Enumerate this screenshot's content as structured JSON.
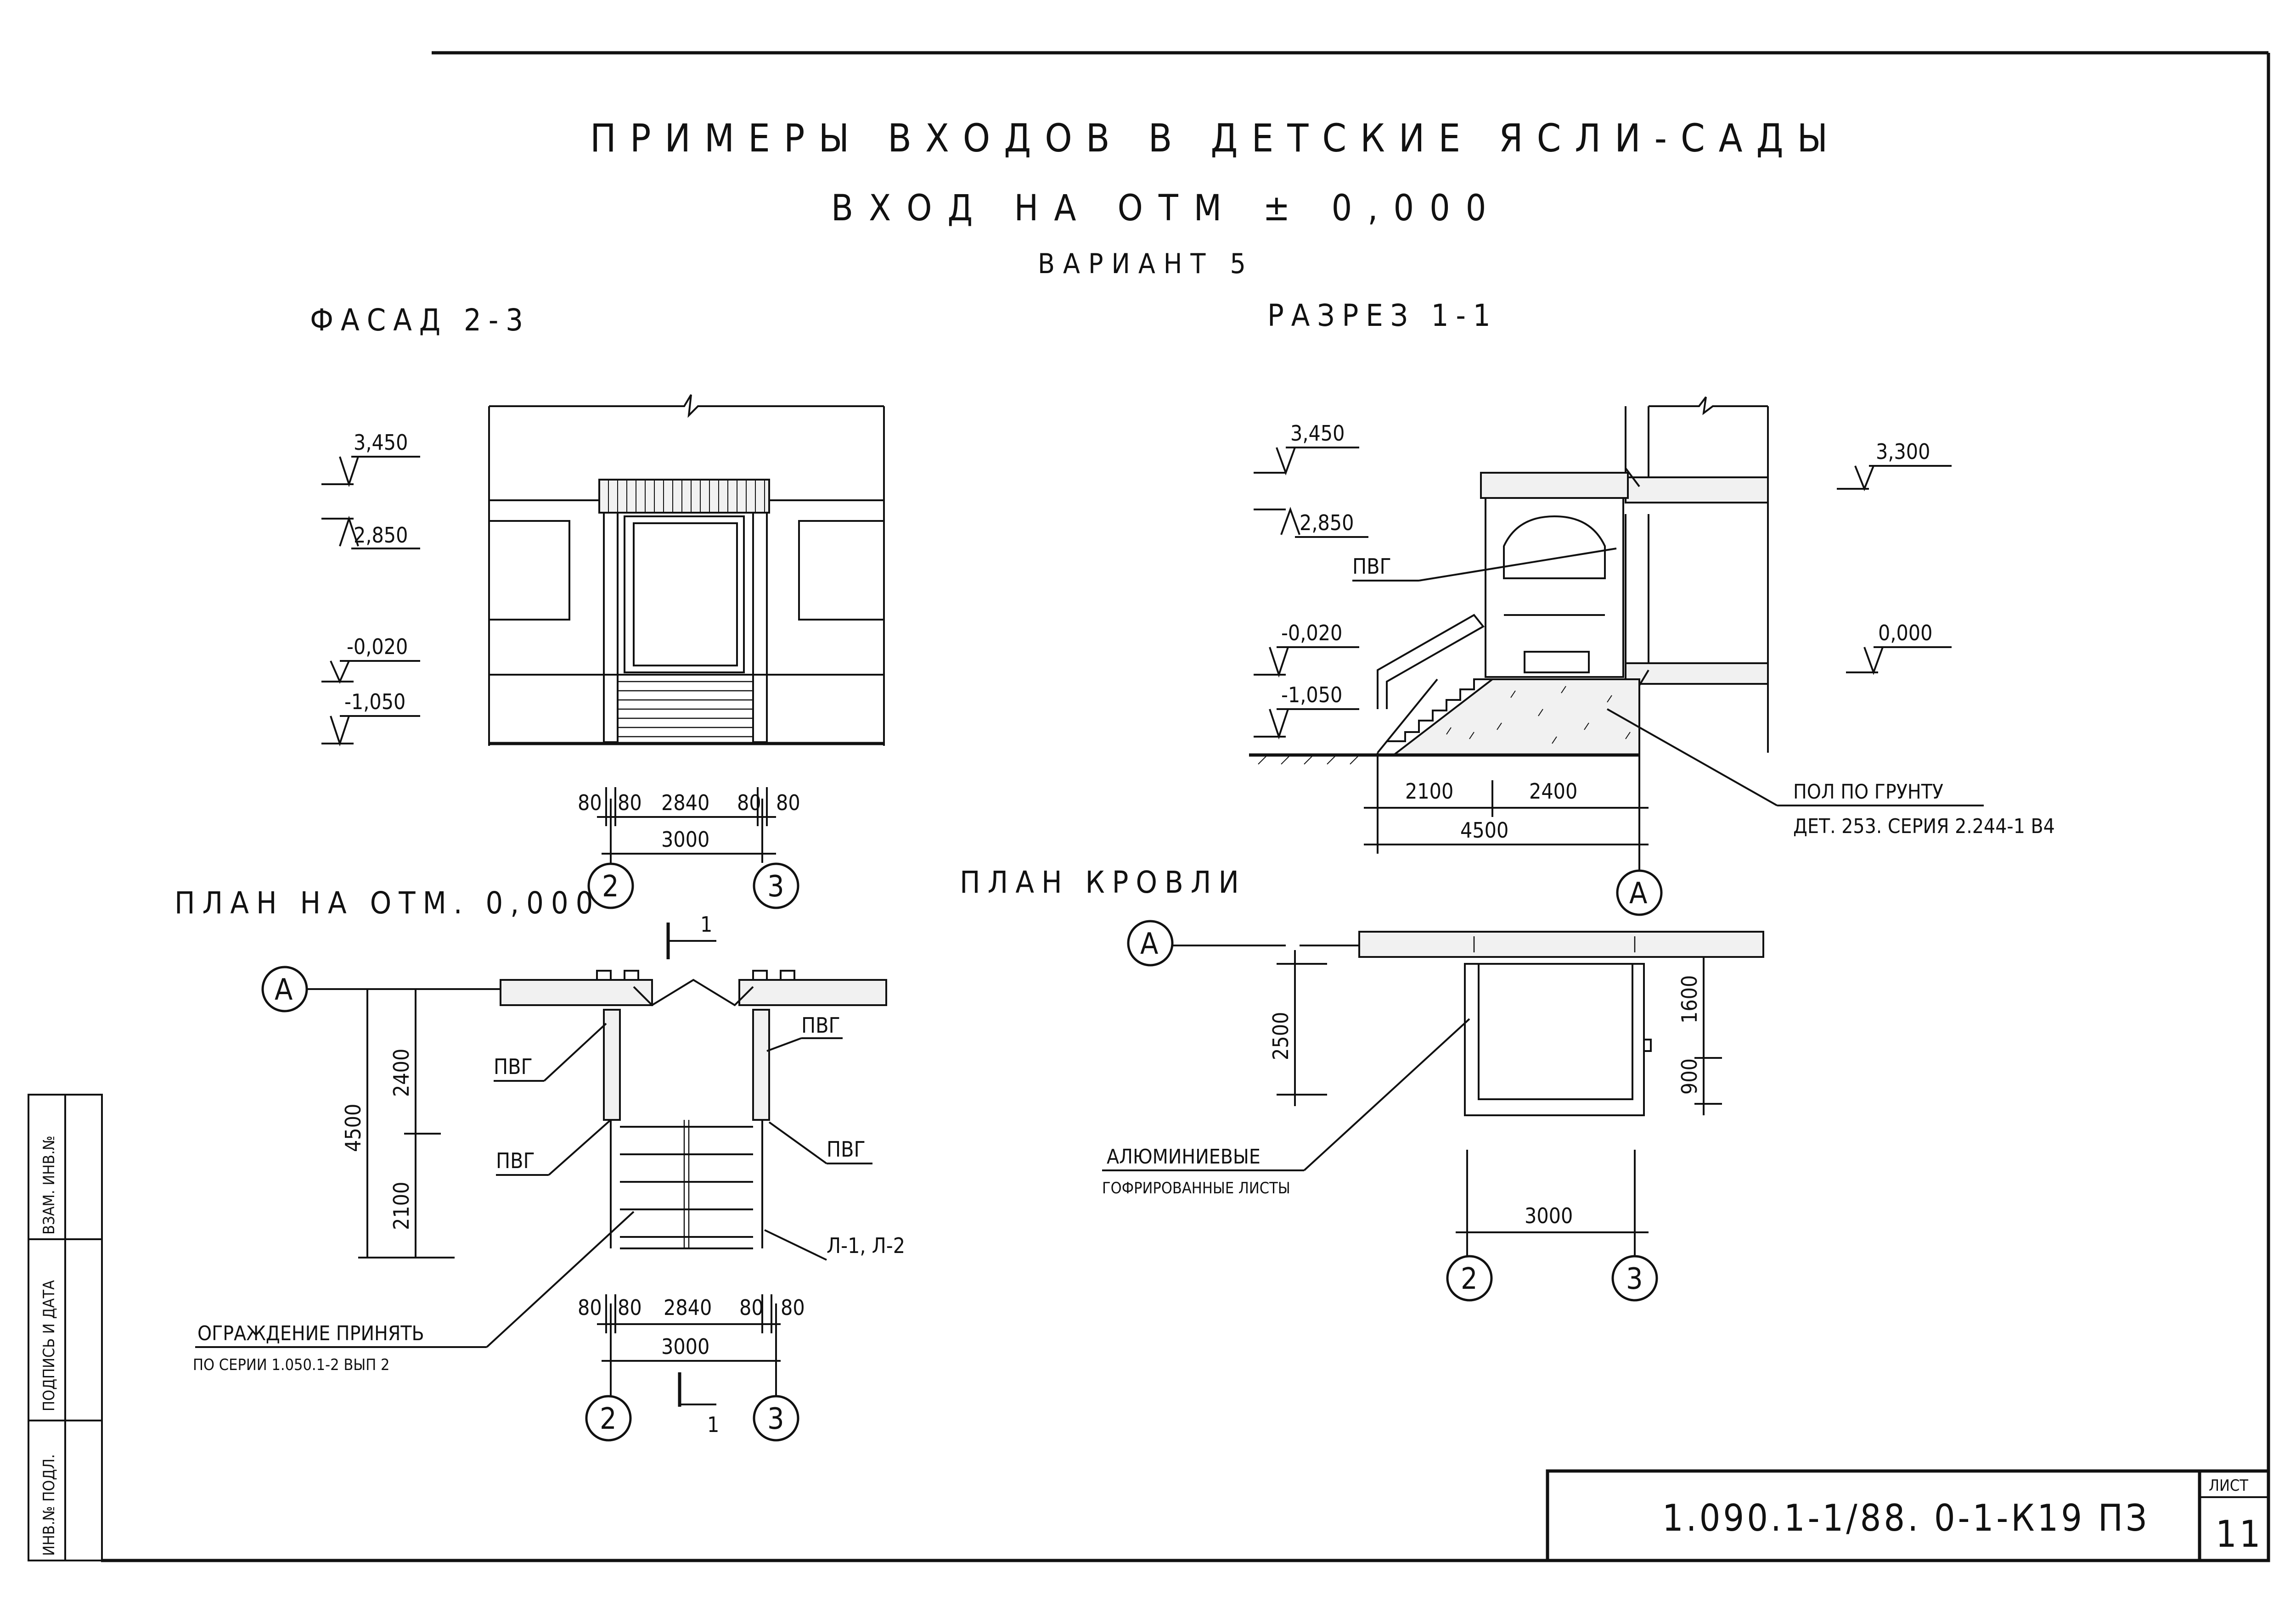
{
  "titles": {
    "main": "ПРИМЕРЫ ВХОДОВ В ДЕТСКИЕ ЯСЛИ-САДЫ",
    "sub": "ВХОД НА ОТМ ± 0,000",
    "variant": "ВАРИАНТ 5"
  },
  "views": {
    "facade": "ФАСАД 2-3",
    "section": "РАЗРЕЗ 1-1",
    "plan": "ПЛАН НА ОТМ. 0,000",
    "roof_plan": "ПЛАН КРОВЛИ"
  },
  "facade": {
    "levels": [
      "3,450",
      "2,850",
      "-0,020",
      "-1,050"
    ],
    "dims_top": [
      "80",
      "80",
      "2840",
      "80",
      "80"
    ],
    "dim_total": "3000",
    "axes": [
      "2",
      "3"
    ]
  },
  "section": {
    "levels_left": [
      "3,450",
      "2,850",
      "-0,020",
      "-1,050"
    ],
    "levels_right": [
      "3,300",
      "0,000"
    ],
    "label_pvg": "ПВГ",
    "dims": [
      "2100",
      "2400"
    ],
    "dim_total": "4500",
    "axis": "А",
    "note_line1": "ПОЛ ПО ГРУНТУ",
    "note_line2": "ДЕТ. 253. СЕРИЯ 2.244-1 В4"
  },
  "plan": {
    "axis_a": "А",
    "section_mark": "1",
    "labels": [
      "ПВГ",
      "ПВГ",
      "ПВГ",
      "ПВГ",
      "Л-1, Л-2"
    ],
    "dims_vert": [
      "2400",
      "2100"
    ],
    "dim_vert_total": "4500",
    "dims_bottom": [
      "80",
      "80",
      "2840",
      "80",
      "80"
    ],
    "dim_total": "3000",
    "axes": [
      "2",
      "3"
    ],
    "note_line1": "ОГРАЖДЕНИЕ ПРИНЯТЬ",
    "note_line2": "ПО СЕРИИ 1.050.1-2 ВЫП 2"
  },
  "roof": {
    "axis_a": "А",
    "dim_vert": "2500",
    "dims_right": [
      "900",
      "1600"
    ],
    "note_line1": "АЛЮМИНИЕВЫЕ",
    "note_line2": "ГОФРИРОВАННЫЕ ЛИСТЫ",
    "dim_total": "3000",
    "axes": [
      "2",
      "3"
    ]
  },
  "stamp": {
    "code": "1.090.1-1/88. 0-1-К19 ПЗ",
    "sheet_label": "ЛИСТ",
    "sheet_number": "11"
  },
  "side_stamp": {
    "fields": [
      "ИНВ.№ ПОДЛ.",
      "ПОДПИСЬ И ДАТА",
      "ВЗАМ. ИНВ.№"
    ]
  }
}
